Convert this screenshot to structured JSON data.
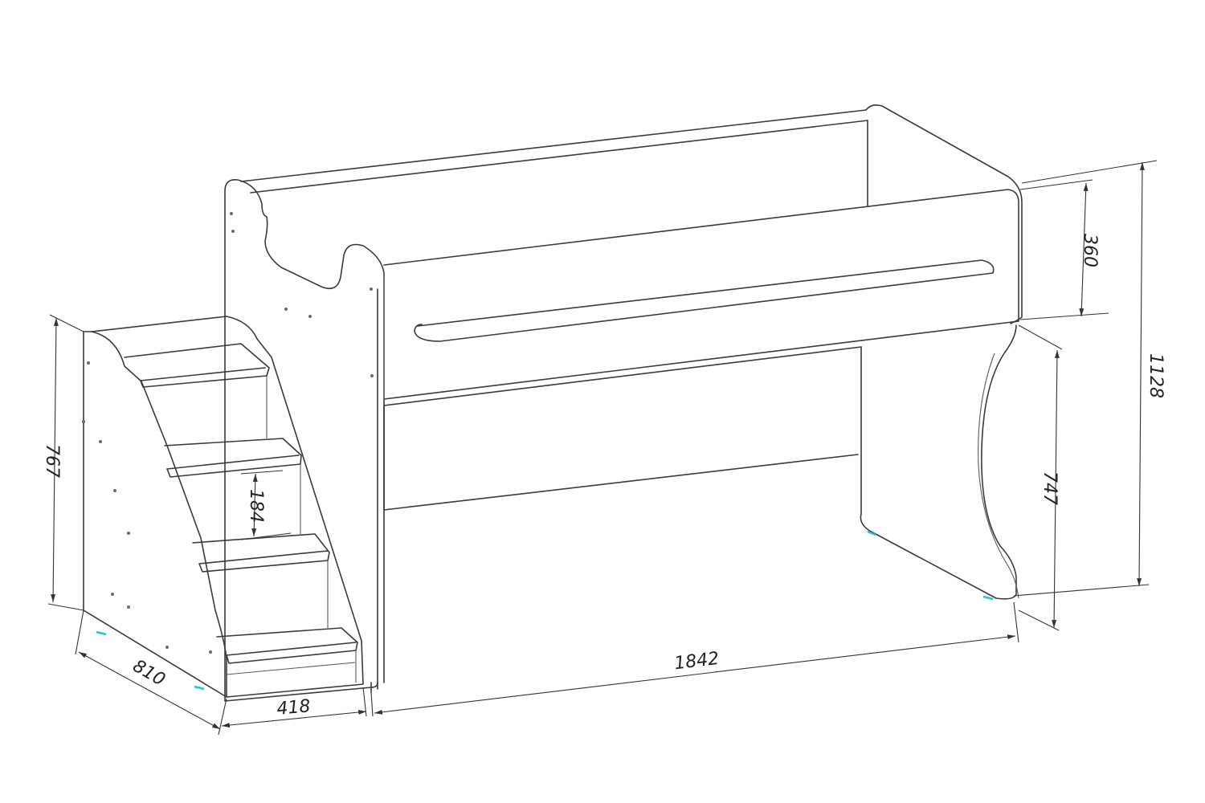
{
  "dimensions": {
    "total_length": "1842",
    "total_height": "1128",
    "rail_height": "360",
    "under_bed_height": "747",
    "stair_height": "767",
    "step_rise": "184",
    "stair_width": "418",
    "stair_depth": "810"
  },
  "colors": {
    "line": "#3a3a3a",
    "marker": "#19c7d6"
  }
}
